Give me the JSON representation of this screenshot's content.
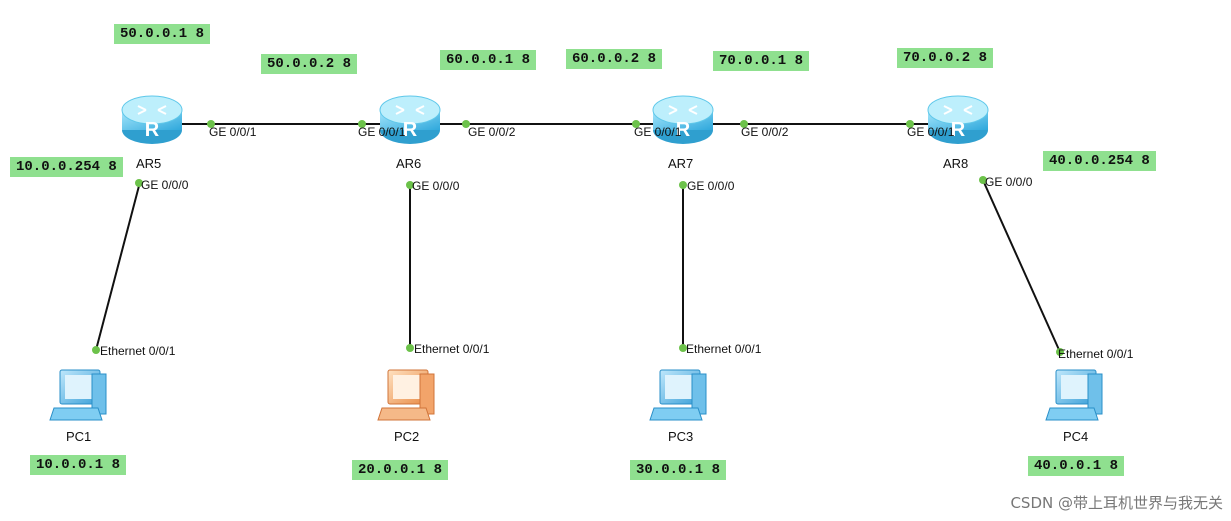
{
  "devices": {
    "ar5": {
      "name": "AR5"
    },
    "ar6": {
      "name": "AR6"
    },
    "ar7": {
      "name": "AR7"
    },
    "ar8": {
      "name": "AR8"
    },
    "pc1": {
      "name": "PC1"
    },
    "pc2": {
      "name": "PC2"
    },
    "pc3": {
      "name": "PC3"
    },
    "pc4": {
      "name": "PC4"
    }
  },
  "ports": {
    "ar5_ge001": "GE 0/0/1",
    "ar5_ge000": "GE 0/0/0",
    "ar6_ge001": "GE 0/0/1",
    "ar6_ge002": "GE 0/0/2",
    "ar6_ge000": "GE 0/0/0",
    "ar7_ge001": "GE 0/0/1",
    "ar7_ge002": "GE 0/0/2",
    "ar7_ge000": "GE 0/0/0",
    "ar8_ge001": "GE 0/0/1",
    "ar8_ge000": "GE 0/0/0",
    "pc1_eth": "Ethernet 0/0/1",
    "pc2_eth": "Ethernet 0/0/1",
    "pc3_eth": "Ethernet 0/0/1",
    "pc4_eth": "Ethernet 0/0/1"
  },
  "ip_labels": {
    "ar5_g1": "50.0.0.1 8",
    "ar6_g1": "50.0.0.2 8",
    "ar6_g2": "60.0.0.1 8",
    "ar7_g1": "60.0.0.2 8",
    "ar7_g2": "70.0.0.1 8",
    "ar8_g1": "70.0.0.2 8",
    "ar5_g0": "10.0.0.254 8",
    "ar8_g0": "40.0.0.254 8",
    "pc1": "10.0.0.1 8",
    "pc2": "20.0.0.1 8",
    "pc3": "30.0.0.1 8",
    "pc4": "40.0.0.1 8"
  },
  "colors": {
    "router_blue": "#4cc3ea",
    "link": "#111111",
    "port_dot": "#6cc24a",
    "label_bg": "#8fe08f",
    "pc_blue": "#49b3e8",
    "pc_orange": "#f0a060"
  },
  "icons": {
    "router": "router-icon",
    "pc": "pc-icon"
  },
  "watermark": "CSDN @带上耳机世界与我无关"
}
